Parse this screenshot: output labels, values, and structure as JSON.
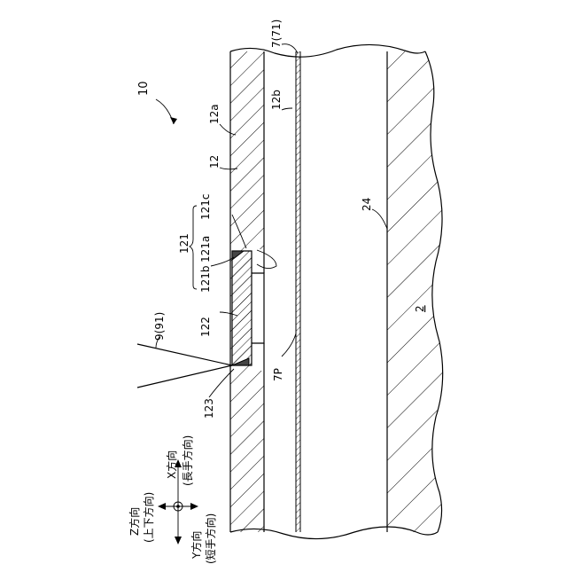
{
  "figure": {
    "labels": {
      "device": "10",
      "surface_a": "12a",
      "surface_b": "12b",
      "plate": "12",
      "film": "7(71)",
      "layer": "24",
      "substrate": "2",
      "recess": "121",
      "recess_c": "121c",
      "recess_a": "121a",
      "recess_b": "121b",
      "bottom": "122",
      "edge": "123",
      "tool": "9(91)",
      "film_part": "7P"
    },
    "axes": {
      "x_label": "X方向",
      "x_sub": "(長手方向)",
      "y_label": "Y方向",
      "y_sub": "(短手方向)",
      "z_label": "Z方向",
      "z_sub": "(上下方向)"
    }
  }
}
